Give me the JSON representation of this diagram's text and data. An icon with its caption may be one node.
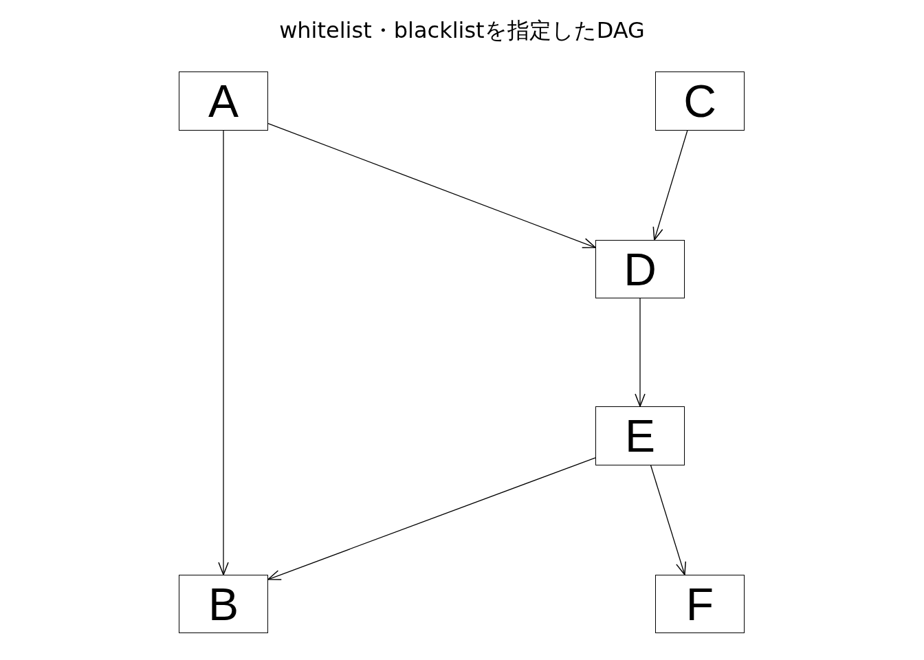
{
  "diagram": {
    "title": "whitelist・blacklistを指定したDAG",
    "nodes": [
      {
        "text": [
          "A"
        ]
      },
      {
        "text": [
          "C"
        ]
      },
      {
        "text": [
          "D"
        ]
      },
      {
        "text": [
          "E"
        ]
      },
      {
        "text": [
          "B"
        ]
      },
      {
        "text": [
          "F"
        ]
      }
    ],
    "edges": [
      {
        "from": 0,
        "to": 4,
        "arrow": "to"
      },
      {
        "from": 0,
        "to": 2,
        "arrow": "to"
      },
      {
        "from": 1,
        "to": 2,
        "arrow": "to"
      },
      {
        "from": 2,
        "to": 3,
        "arrow": "to"
      },
      {
        "from": 3,
        "to": 4,
        "arrow": "to"
      },
      {
        "from": 3,
        "to": 5,
        "arrow": "to"
      }
    ]
  }
}
